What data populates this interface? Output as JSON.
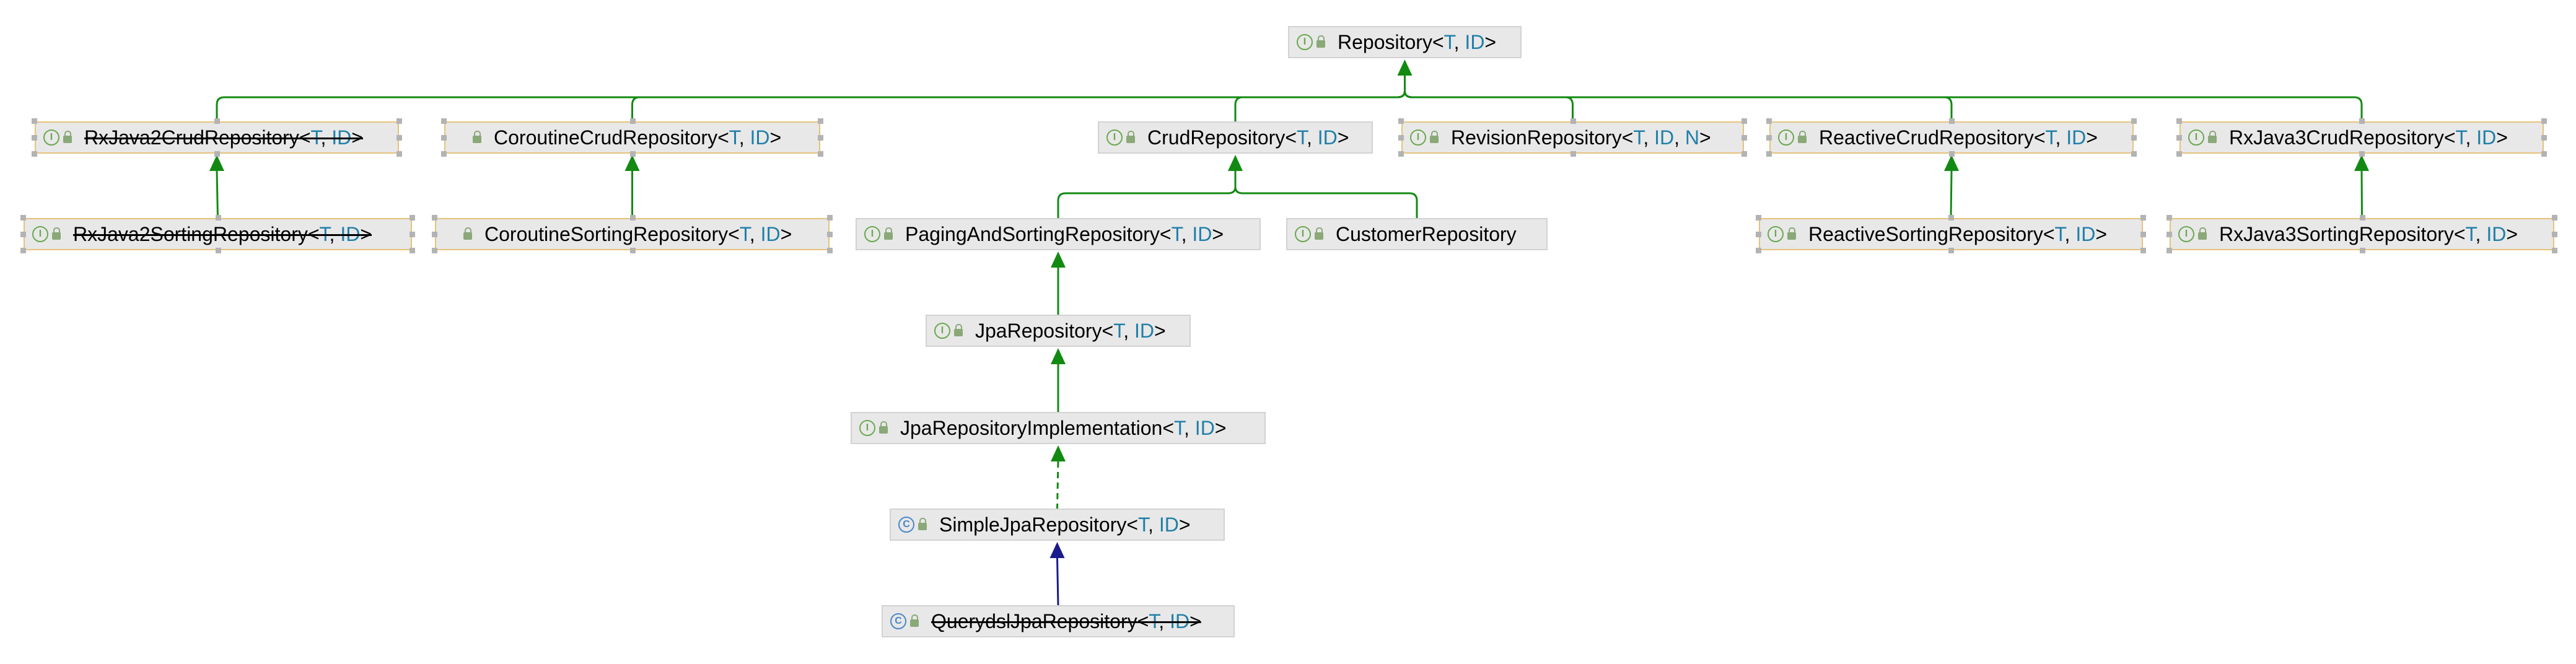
{
  "nodes": [
    {
      "id": "repository",
      "name": "Repository",
      "params": [
        "T",
        "ID"
      ],
      "kind": "interface"
    },
    {
      "id": "rxjava2crud",
      "name": "RxJava2CrudRepository",
      "params": [
        "T",
        "ID"
      ],
      "kind": "interface",
      "deprecated": true,
      "selected": true
    },
    {
      "id": "coroutinecrud",
      "name": "CoroutineCrudRepository",
      "params": [
        "T",
        "ID"
      ],
      "kind": "interface",
      "selected": true
    },
    {
      "id": "crud",
      "name": "CrudRepository",
      "params": [
        "T",
        "ID"
      ],
      "kind": "interface"
    },
    {
      "id": "revision",
      "name": "RevisionRepository",
      "params": [
        "T",
        "ID",
        "N"
      ],
      "kind": "interface",
      "selected": true
    },
    {
      "id": "reactivecrud",
      "name": "ReactiveCrudRepository",
      "params": [
        "T",
        "ID"
      ],
      "kind": "interface",
      "selected": true
    },
    {
      "id": "rxjava3crud",
      "name": "RxJava3CrudRepository",
      "params": [
        "T",
        "ID"
      ],
      "kind": "interface",
      "selected": true
    },
    {
      "id": "rxjava2sorting",
      "name": "RxJava2SortingRepository",
      "params": [
        "T",
        "ID"
      ],
      "kind": "interface",
      "deprecated": true,
      "selected": true
    },
    {
      "id": "coroutinesorting",
      "name": "CoroutineSortingRepository",
      "params": [
        "T",
        "ID"
      ],
      "kind": "interface",
      "selected": true
    },
    {
      "id": "pagingsorting",
      "name": "PagingAndSortingRepository",
      "params": [
        "T",
        "ID"
      ],
      "kind": "interface"
    },
    {
      "id": "customer",
      "name": "CustomerRepository",
      "params": [],
      "kind": "interface"
    },
    {
      "id": "reactivesorting",
      "name": "ReactiveSortingRepository",
      "params": [
        "T",
        "ID"
      ],
      "kind": "interface",
      "selected": true
    },
    {
      "id": "rxjava3sorting",
      "name": "RxJava3SortingRepository",
      "params": [
        "T",
        "ID"
      ],
      "kind": "interface",
      "selected": true
    },
    {
      "id": "jpa",
      "name": "JpaRepository",
      "params": [
        "T",
        "ID"
      ],
      "kind": "interface"
    },
    {
      "id": "jpaimpl",
      "name": "JpaRepositoryImplementation",
      "params": [
        "T",
        "ID"
      ],
      "kind": "interface"
    },
    {
      "id": "simplejpa",
      "name": "SimpleJpaRepository",
      "params": [
        "T",
        "ID"
      ],
      "kind": "class"
    },
    {
      "id": "querydsljpa",
      "name": "QuerydslJpaRepository",
      "params": [
        "T",
        "ID"
      ],
      "kind": "class",
      "deprecated": true
    }
  ],
  "edges": [
    {
      "from": "rxjava2crud",
      "to": "repository",
      "style": "extends"
    },
    {
      "from": "coroutinecrud",
      "to": "repository",
      "style": "extends"
    },
    {
      "from": "crud",
      "to": "repository",
      "style": "extends"
    },
    {
      "from": "revision",
      "to": "repository",
      "style": "extends"
    },
    {
      "from": "reactivecrud",
      "to": "repository",
      "style": "extends"
    },
    {
      "from": "rxjava3crud",
      "to": "repository",
      "style": "extends"
    },
    {
      "from": "rxjava2sorting",
      "to": "rxjava2crud",
      "style": "extends"
    },
    {
      "from": "coroutinesorting",
      "to": "coroutinecrud",
      "style": "extends"
    },
    {
      "from": "pagingsorting",
      "to": "crud",
      "style": "extends"
    },
    {
      "from": "customer",
      "to": "crud",
      "style": "extends"
    },
    {
      "from": "reactivesorting",
      "to": "reactivecrud",
      "style": "extends"
    },
    {
      "from": "rxjava3sorting",
      "to": "rxjava3crud",
      "style": "extends"
    },
    {
      "from": "jpa",
      "to": "pagingsorting",
      "style": "extends"
    },
    {
      "from": "jpaimpl",
      "to": "jpa",
      "style": "extends"
    },
    {
      "from": "simplejpa",
      "to": "jpaimpl",
      "style": "implements"
    },
    {
      "from": "querydsljpa",
      "to": "simplejpa",
      "style": "class-extends"
    }
  ],
  "colors": {
    "extends": "#128a12",
    "implements": "#128a12",
    "class-extends": "#1a1a8c",
    "param": "#1f7fa8"
  }
}
